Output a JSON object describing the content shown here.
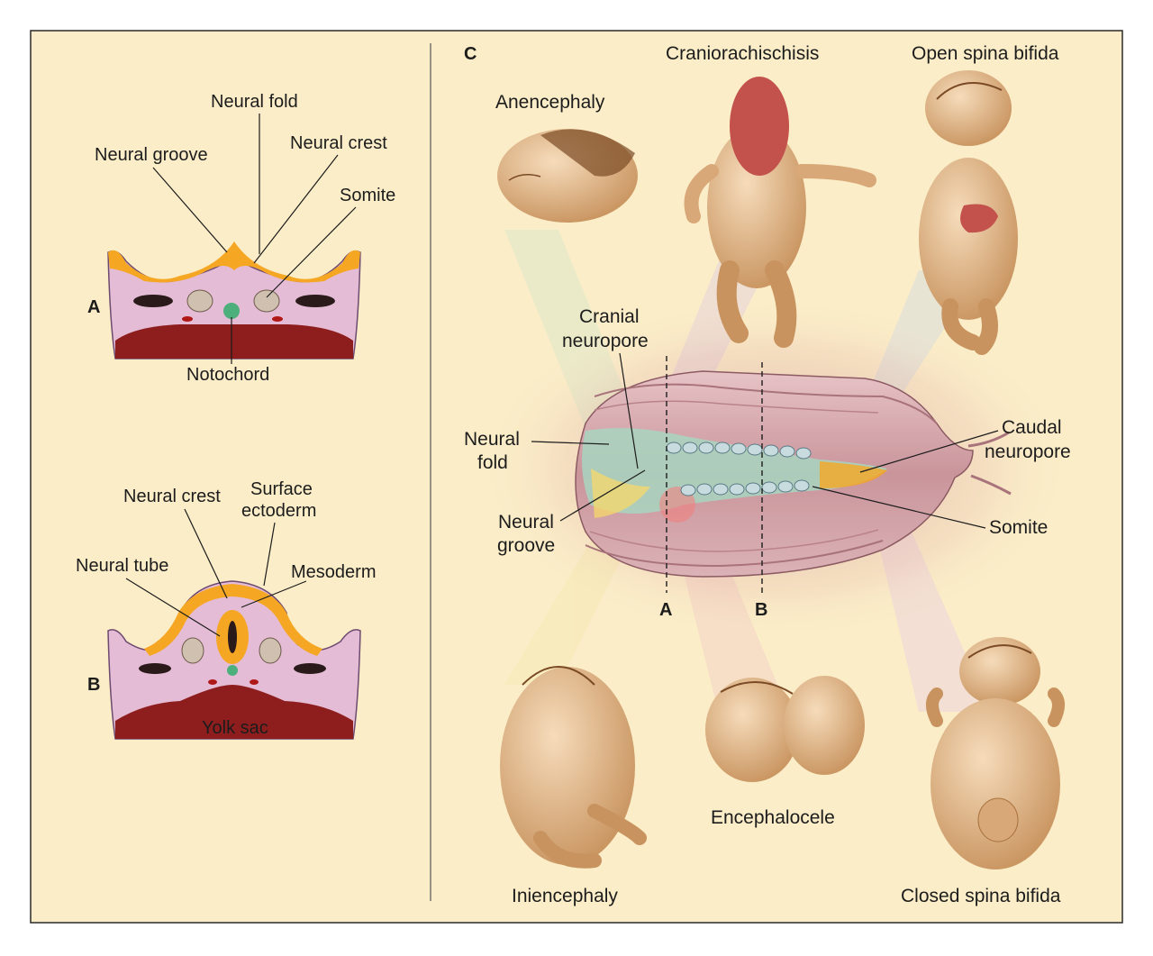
{
  "colors": {
    "background": "#fbedc8",
    "frame": "#2a2a2a",
    "surface_ectoderm": "#f5a623",
    "mesoderm": "#e6c3d8",
    "endoderm": "#8e1e1e",
    "notochord": "#4daf7c",
    "skin_tone": "#e8c39a"
  },
  "panel_a": {
    "letter": "A",
    "labels": {
      "neural_fold": "Neural fold",
      "neural_groove": "Neural groove",
      "neural_crest": "Neural crest",
      "somite": "Somite",
      "notochord": "Notochord"
    }
  },
  "panel_b": {
    "letter": "B",
    "labels": {
      "neural_crest": "Neural crest",
      "surface_ectoderm_1": "Surface",
      "surface_ectoderm_2": "ectoderm",
      "neural_tube": "Neural tube",
      "mesoderm": "Mesoderm",
      "yolk_sac": "Yolk sac"
    }
  },
  "panel_c": {
    "letter": "C",
    "section_a": "A",
    "section_b": "B",
    "labels": {
      "cranial_neuropore_1": "Cranial",
      "cranial_neuropore_2": "neuropore",
      "neural_fold_1": "Neural",
      "neural_fold_2": "fold",
      "neural_groove_1": "Neural",
      "neural_groove_2": "groove",
      "caudal_neuropore_1": "Caudal",
      "caudal_neuropore_2": "neuropore",
      "somite": "Somite"
    },
    "defects": {
      "anencephaly": "Anencephaly",
      "craniorachischisis": "Craniorachischisis",
      "open_spina_bifida": "Open spina bifida",
      "iniencephaly": "Iniencephaly",
      "encephalocele": "Encephalocele",
      "closed_spina_bifida": "Closed spina bifida"
    }
  }
}
